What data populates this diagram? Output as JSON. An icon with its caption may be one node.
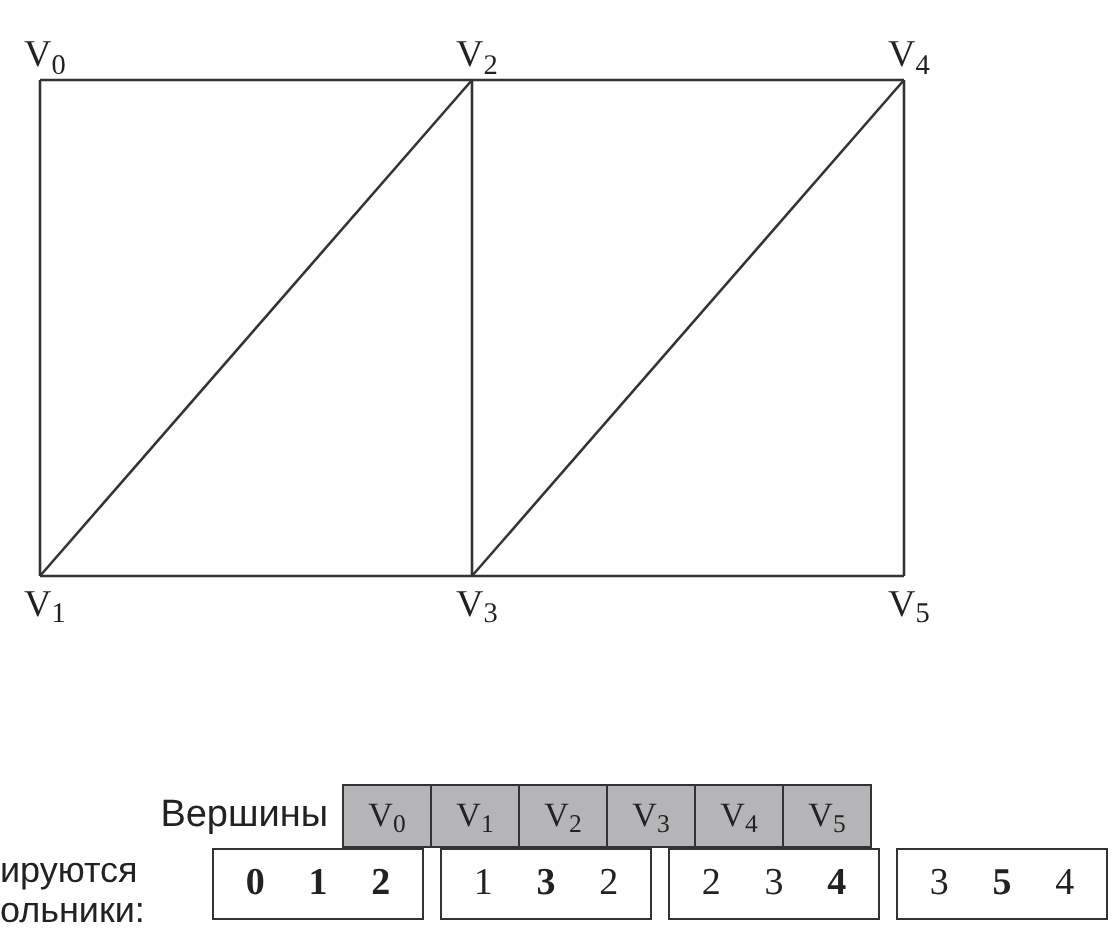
{
  "diagram": {
    "nodes": [
      {
        "text": [
          "V$_{0}$"
        ]
      },
      {
        "text": [
          "V$_{1}$"
        ]
      },
      {
        "text": [
          "V$_{2}$"
        ]
      },
      {
        "text": [
          "V$_{3}$"
        ]
      },
      {
        "text": [
          "V$_{4}$"
        ]
      },
      {
        "text": [
          "V$_{5}$"
        ]
      }
    ],
    "edges": [
      {
        "from": 0,
        "to": 2,
        "arrow": "none"
      },
      {
        "from": 2,
        "to": 4,
        "arrow": "none"
      },
      {
        "from": 0,
        "to": 1,
        "arrow": "none"
      },
      {
        "from": 2,
        "to": 3,
        "arrow": "none"
      },
      {
        "from": 4,
        "to": 5,
        "arrow": "none"
      },
      {
        "from": 1,
        "to": 2,
        "arrow": "none"
      },
      {
        "from": 3,
        "to": 4,
        "arrow": "none"
      },
      {
        "from": 1,
        "to": 3,
        "arrow": "none"
      },
      {
        "from": 3,
        "to": 5,
        "arrow": "none"
      }
    ],
    "labels": [
      "Вершины",
      "V$_{0}$",
      "V$_{1}$",
      "V$_{2}$",
      "V$_{3}$",
      "V$_{4}$",
      "V$_{5}$",
      "ируются ольники:",
      "**0 1 2**",
      "1 **3** 2",
      "2 3 **4**",
      "3 **5** 4"
    ]
  }
}
